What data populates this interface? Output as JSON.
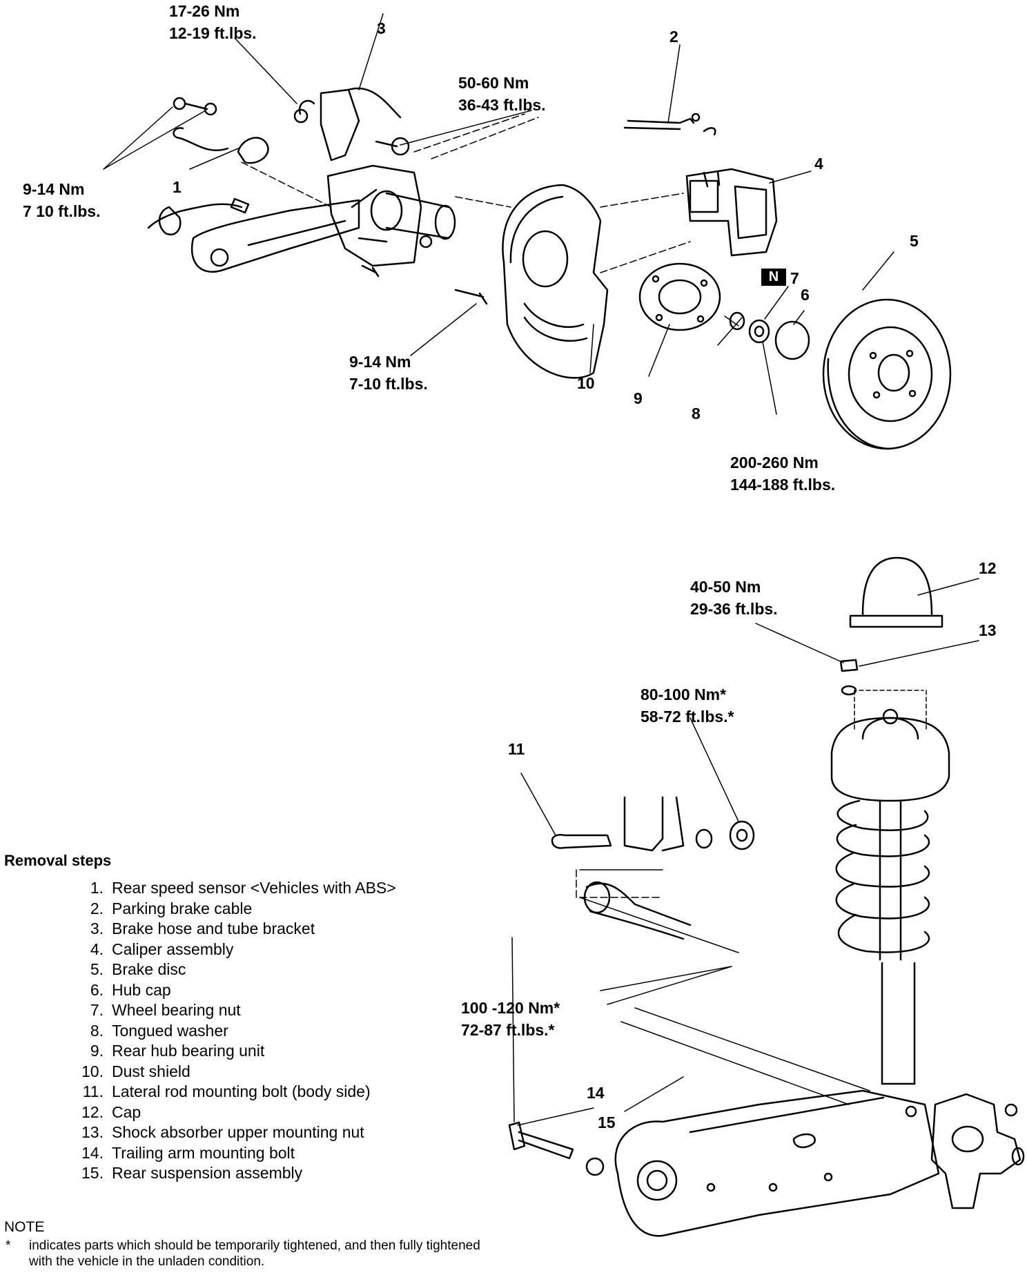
{
  "callouts": {
    "n1": "1",
    "n2": "2",
    "n3": "3",
    "n4": "4",
    "n5": "5",
    "n6": "6",
    "n7": "7",
    "n8": "8",
    "n9": "9",
    "n10": "10",
    "n11": "11",
    "n12": "12",
    "n13": "13",
    "n14": "14",
    "n15": "15"
  },
  "new_part_badge": "N",
  "torques": {
    "t_caliper_bracket": {
      "nm": "17-26 Nm",
      "ftlb": "12-19 ft.lbs."
    },
    "t_caliper_bolt": {
      "nm": "50-60 Nm",
      "ftlb": "36-43 ft.lbs."
    },
    "t_sensor": {
      "nm": "9-14 Nm",
      "ftlb": "7 10 ft.lbs."
    },
    "t_shield": {
      "nm": "9-14 Nm",
      "ftlb": "7-10 ft.lbs."
    },
    "t_bearing_nut": {
      "nm": "200-260 Nm",
      "ftlb": "144-188 ft.lbs."
    },
    "t_shock_nut": {
      "nm": "40-50 Nm",
      "ftlb": "29-36 ft.lbs."
    },
    "t_lateral_rod": {
      "nm": "80-100 Nm*",
      "ftlb": "58-72 ft.lbs.*"
    },
    "t_trailing_arm": {
      "nm": "100 -120 Nm*",
      "ftlb": "72-87 ft.lbs.*"
    }
  },
  "removal": {
    "title": "Removal steps",
    "steps": [
      {
        "n": "1.",
        "text": "Rear speed sensor <Vehicles with ABS>"
      },
      {
        "n": "2.",
        "text": "Parking brake cable"
      },
      {
        "n": "3.",
        "text": "Brake hose and tube bracket"
      },
      {
        "n": "4.",
        "text": "Caliper assembly"
      },
      {
        "n": "5.",
        "text": "Brake disc"
      },
      {
        "n": "6.",
        "text": "Hub cap"
      },
      {
        "n": "7.",
        "text": "Wheel bearing nut"
      },
      {
        "n": "8.",
        "text": "Tongued washer"
      },
      {
        "n": "9.",
        "text": "Rear hub bearing unit"
      },
      {
        "n": "10.",
        "text": "Dust shield"
      },
      {
        "n": "11.",
        "text": "Lateral rod mounting bolt (body side)"
      },
      {
        "n": "12.",
        "text": "Cap"
      },
      {
        "n": "13.",
        "text": "Shock absorber upper mounting nut"
      },
      {
        "n": "14.",
        "text": "Trailing arm mounting bolt"
      },
      {
        "n": "15.",
        "text": "Rear suspension assembly"
      }
    ]
  },
  "note": {
    "title": "NOTE",
    "star": "*",
    "text": "indicates parts which should be temporarily tightened, and then fully tightened with the vehicle in the unladen condition."
  }
}
